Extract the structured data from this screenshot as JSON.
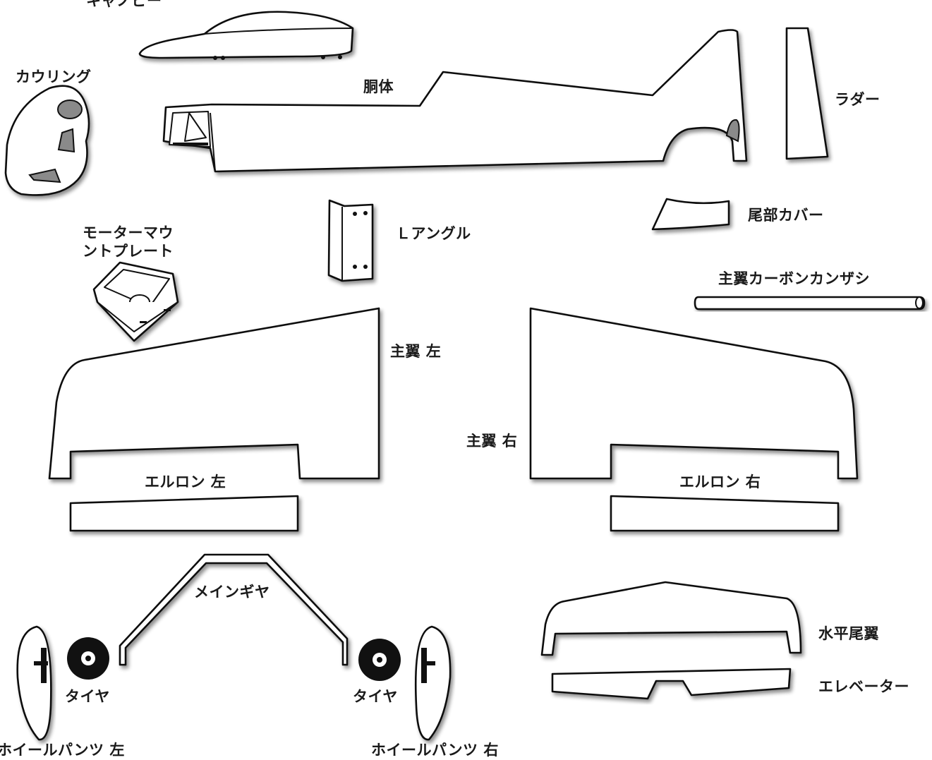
{
  "labels": {
    "canopy": "キャノピー",
    "fuselage": "胴体",
    "cowling": "カウリング",
    "rudder": "ラダー",
    "tail_cover": "尾部カバー",
    "l_angle": "Ｌアングル",
    "motor_mount_line1": "モーターマウ",
    "motor_mount_line2": "ントプレート",
    "wing_spar": "主翼カーボンカンザシ",
    "wing_left": "主翼 左",
    "wing_right": "主翼 右",
    "aileron_left": "エルロン 左",
    "aileron_right": "エルロン 右",
    "main_gear": "メインギヤ",
    "horizontal_stab": "水平尾翼",
    "elevator": "エレベーター",
    "tire_left": "タイヤ",
    "tire_right": "タイヤ",
    "wheel_pant_left": "ホイールパンツ 左",
    "wheel_pant_right": "ホイールパンツ 右"
  },
  "colors": {
    "outline": "#111111",
    "fill": "#ffffff",
    "opening": "#8a8a8a",
    "text": "#1a1a1a"
  }
}
